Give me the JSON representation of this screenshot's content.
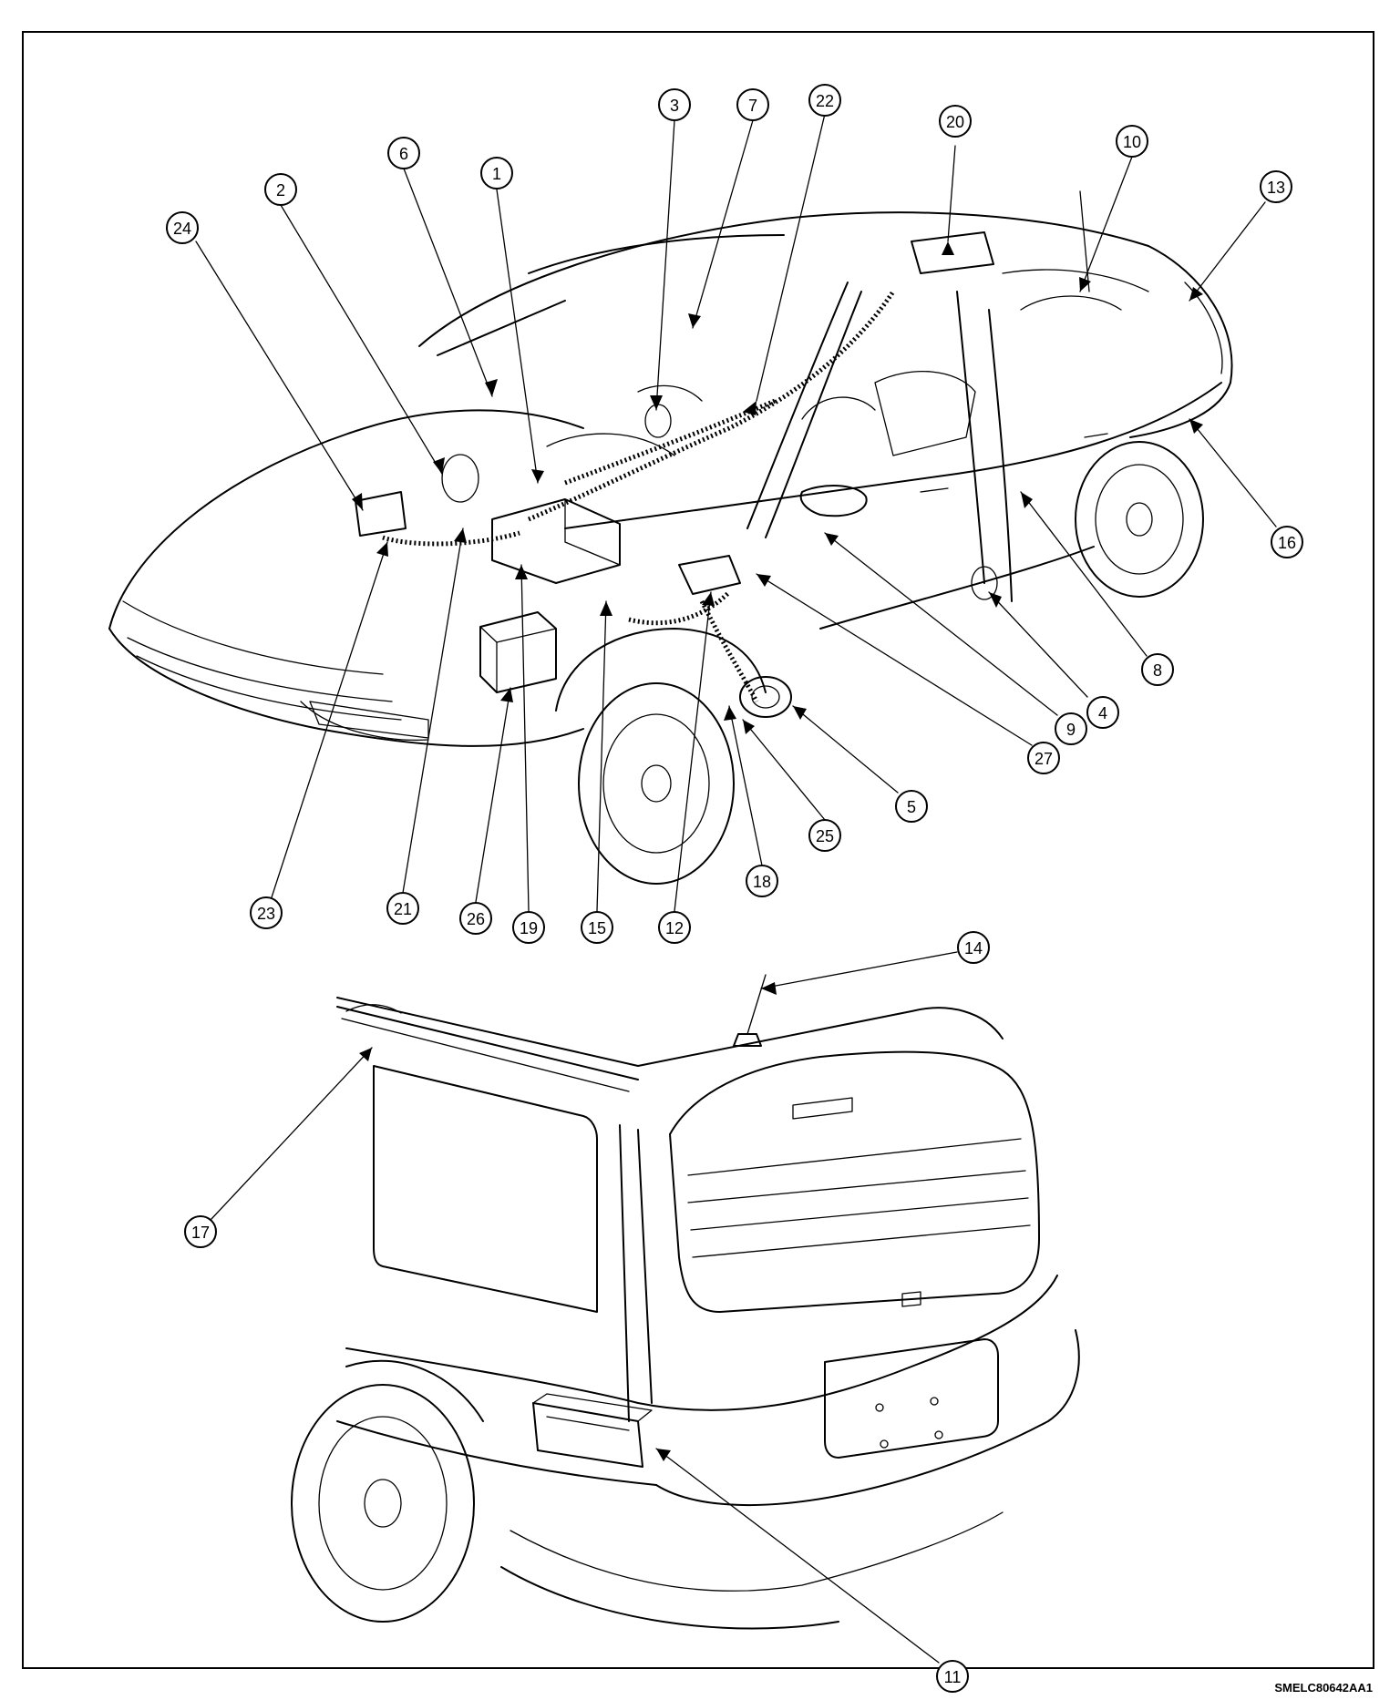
{
  "figure_id": "SMELC80642AA1",
  "callouts": [
    {
      "label": "1",
      "cx": 0,
      "cy": 0
    },
    {
      "label": "2"
    },
    {
      "label": "3"
    },
    {
      "label": "4"
    },
    {
      "label": "5"
    },
    {
      "label": "6"
    },
    {
      "label": "7"
    },
    {
      "label": "8"
    },
    {
      "label": "9"
    },
    {
      "label": "10"
    },
    {
      "label": "11"
    },
    {
      "label": "12"
    },
    {
      "label": "13"
    },
    {
      "label": "14"
    },
    {
      "label": "15"
    },
    {
      "label": "16"
    },
    {
      "label": "17"
    },
    {
      "label": "18"
    },
    {
      "label": "19"
    },
    {
      "label": "20"
    },
    {
      "label": "21"
    },
    {
      "label": "22"
    },
    {
      "label": "23"
    },
    {
      "label": "24"
    },
    {
      "label": "25"
    },
    {
      "label": "26"
    },
    {
      "label": "27"
    }
  ]
}
